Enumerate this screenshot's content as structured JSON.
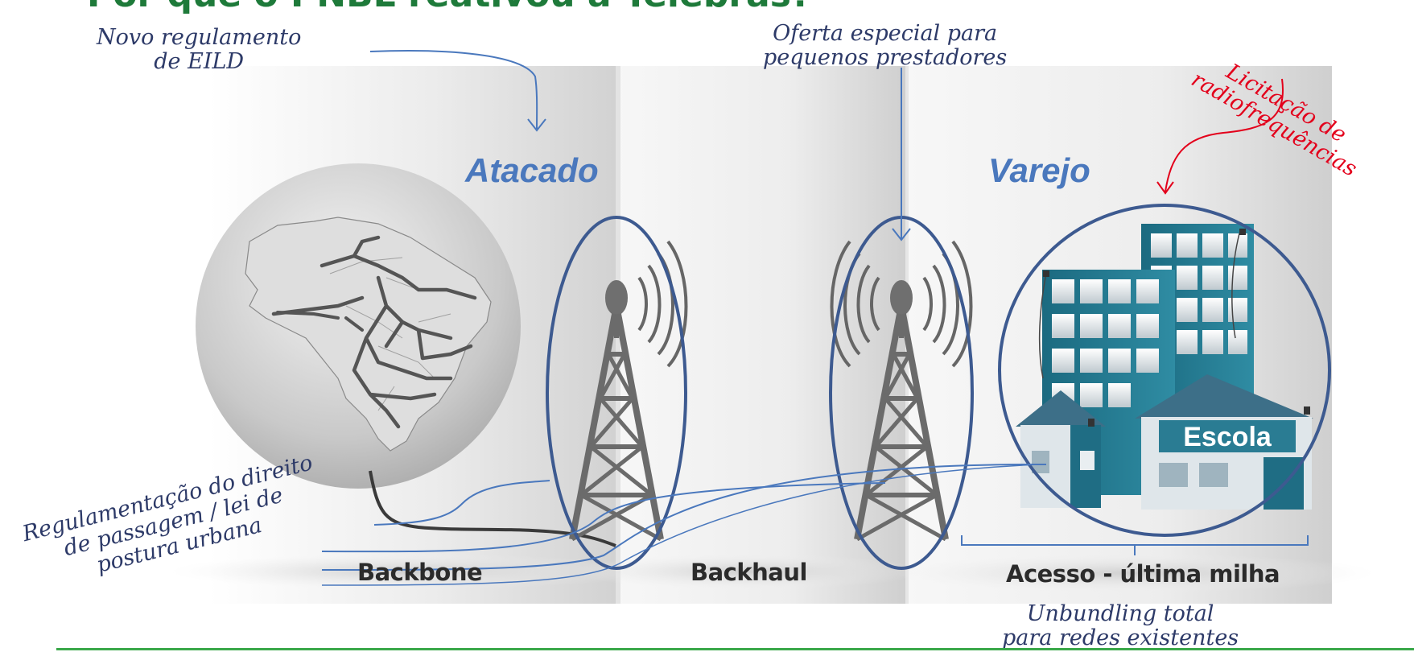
{
  "title": "Por que o PNBL reativou a Telebrás?",
  "sections": {
    "left": "Atacado",
    "right": "Varejo"
  },
  "bands": {
    "backbone": "Backbone",
    "backhaul": "Backhaul",
    "acesso": "Acesso - última milha"
  },
  "school_sign": "Escola",
  "annotations": {
    "eild": [
      "Novo regulamento",
      "de EILD"
    ],
    "oferta": [
      "Oferta especial para",
      "pequenos prestadores"
    ],
    "licitacao": [
      "Licitação de",
      "radiofrequências"
    ],
    "direito": [
      "Regulamentação do direito",
      "de passagem / lei de",
      "postura urbana"
    ],
    "unbundling": [
      "Unbundling total",
      "para redes existentes"
    ]
  },
  "colors": {
    "title": "#1e7a3a",
    "accent_blue": "#4a78bd",
    "ellipse": "#3d5a90",
    "red_annotation": "#e3001b",
    "building_teal": "#1e6f86"
  }
}
